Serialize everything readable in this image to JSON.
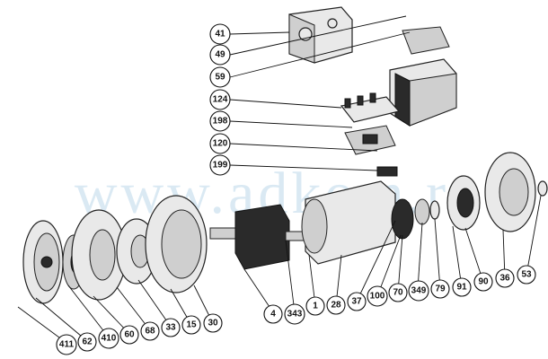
{
  "watermark": "www.adkom.ru",
  "callouts": [
    {
      "id": "41",
      "label": "41"
    },
    {
      "id": "49",
      "label": "49"
    },
    {
      "id": "59",
      "label": "59"
    },
    {
      "id": "124",
      "label": "124"
    },
    {
      "id": "198",
      "label": "198"
    },
    {
      "id": "120",
      "label": "120"
    },
    {
      "id": "199",
      "label": "199"
    },
    {
      "id": "4",
      "label": "4"
    },
    {
      "id": "343",
      "label": "343"
    },
    {
      "id": "1",
      "label": "1"
    },
    {
      "id": "28",
      "label": "28"
    },
    {
      "id": "37",
      "label": "37"
    },
    {
      "id": "100",
      "label": "100"
    },
    {
      "id": "70",
      "label": "70"
    },
    {
      "id": "349",
      "label": "349"
    },
    {
      "id": "79",
      "label": "79"
    },
    {
      "id": "91",
      "label": "91"
    },
    {
      "id": "90",
      "label": "90"
    },
    {
      "id": "36",
      "label": "36"
    },
    {
      "id": "53",
      "label": "53"
    },
    {
      "id": "411",
      "label": "411"
    },
    {
      "id": "62",
      "label": "62"
    },
    {
      "id": "410",
      "label": "410"
    },
    {
      "id": "60",
      "label": "60"
    },
    {
      "id": "68",
      "label": "68"
    },
    {
      "id": "33",
      "label": "33"
    },
    {
      "id": "15",
      "label": "15"
    },
    {
      "id": "30",
      "label": "30"
    }
  ]
}
